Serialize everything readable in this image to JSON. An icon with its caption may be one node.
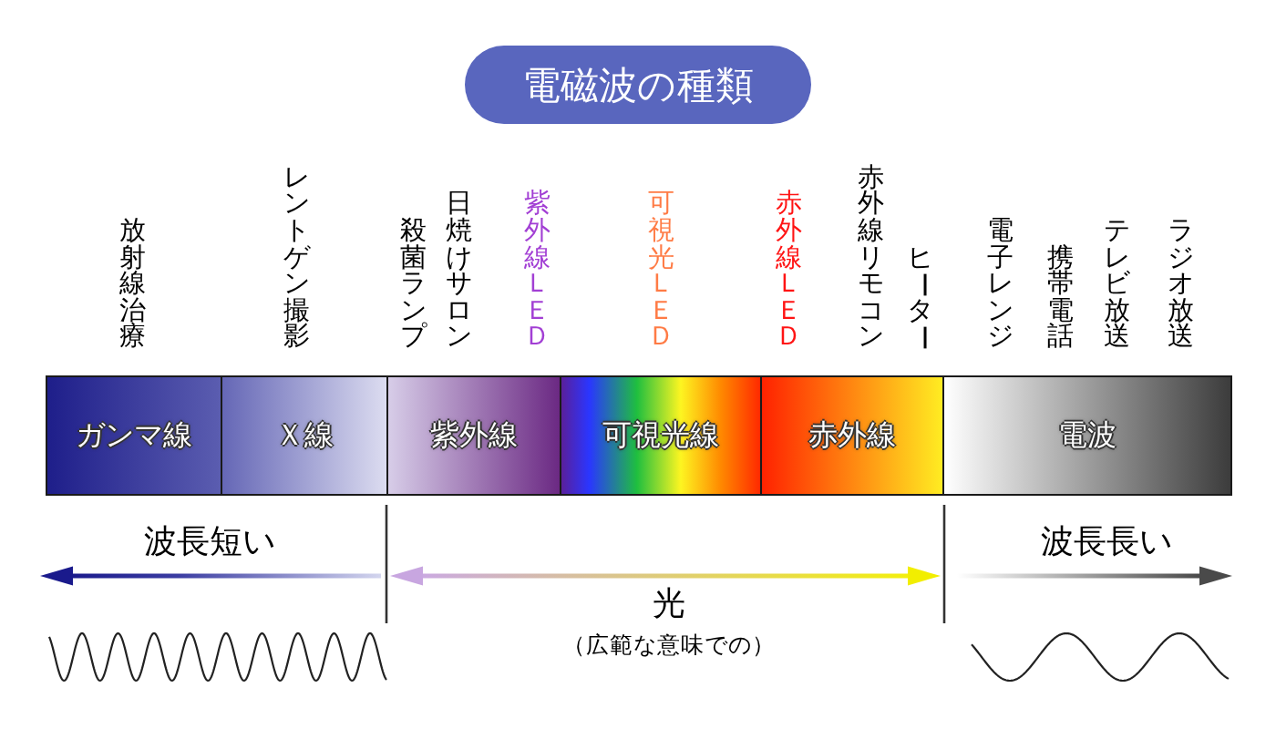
{
  "diagram": {
    "title": "電磁波の種類",
    "nodes": [
      {
        "text": [
          "ガンマ線"
        ]
      },
      {
        "text": [
          "Ｘ線"
        ]
      },
      {
        "text": [
          "紫外線"
        ]
      },
      {
        "text": [
          "可視光線"
        ]
      },
      {
        "text": [
          "赤外線"
        ]
      },
      {
        "text": [
          "電波"
        ]
      }
    ],
    "labels": [
      "放射線治療",
      "レントゲン撮影",
      "殺菌ランプ",
      "日焼けサロン",
      "紫外線ＬＥＤ",
      "可視光ＬＥＤ",
      "赤外線ＬＥＤ",
      "赤外線リモコン",
      "ヒーター",
      "電子レンジ",
      "携帯電話",
      "テレビ放送",
      "ラジオ放送",
      "波長短い",
      "光",
      "（広範な意味での）",
      "波長長い"
    ]
  }
}
